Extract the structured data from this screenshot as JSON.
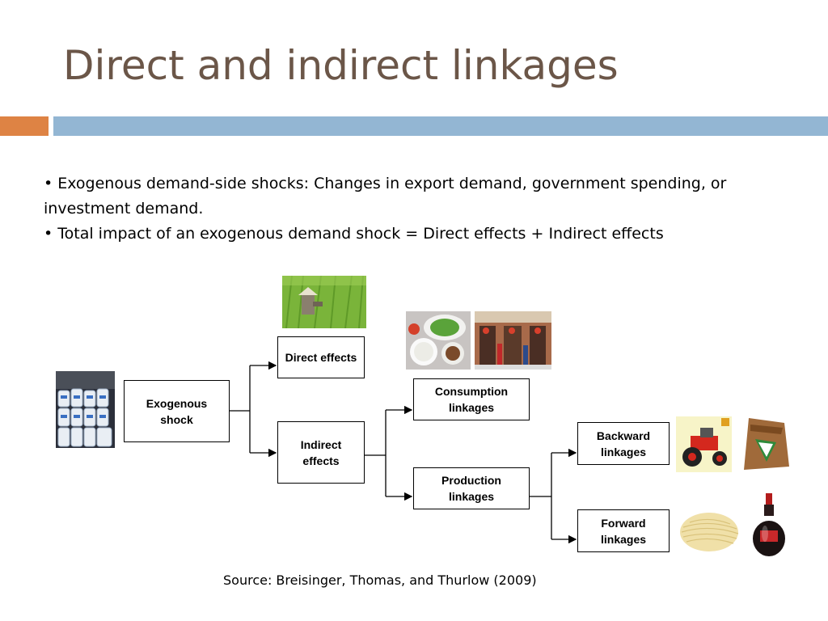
{
  "title": "Direct and indirect linkages",
  "bullets": [
    "• Exogenous demand-side shocks: Changes in export demand, government spending, or investment demand.",
    "• Total impact of an exogenous demand shock = Direct effects + Indirect effects"
  ],
  "diagram": {
    "nodes": {
      "exogenous": "Exogenous shock",
      "direct": "Direct effects",
      "indirect": "Indirect effects",
      "consumption": "Consumption linkages",
      "production": "Production linkages",
      "backward": "Backward linkages",
      "forward": "Forward linkages"
    },
    "images": [
      "rice-sacks",
      "rice-farmer",
      "food-dishes",
      "shop-front",
      "tractor",
      "fertilizer-bag",
      "noodles",
      "sauce-bottle"
    ]
  },
  "source": "Source: Breisinger, Thomas, and Thurlow (2009)",
  "colors": {
    "title": "#6b5648",
    "accent_orange": "#de8344",
    "accent_blue": "#93b6d3"
  }
}
